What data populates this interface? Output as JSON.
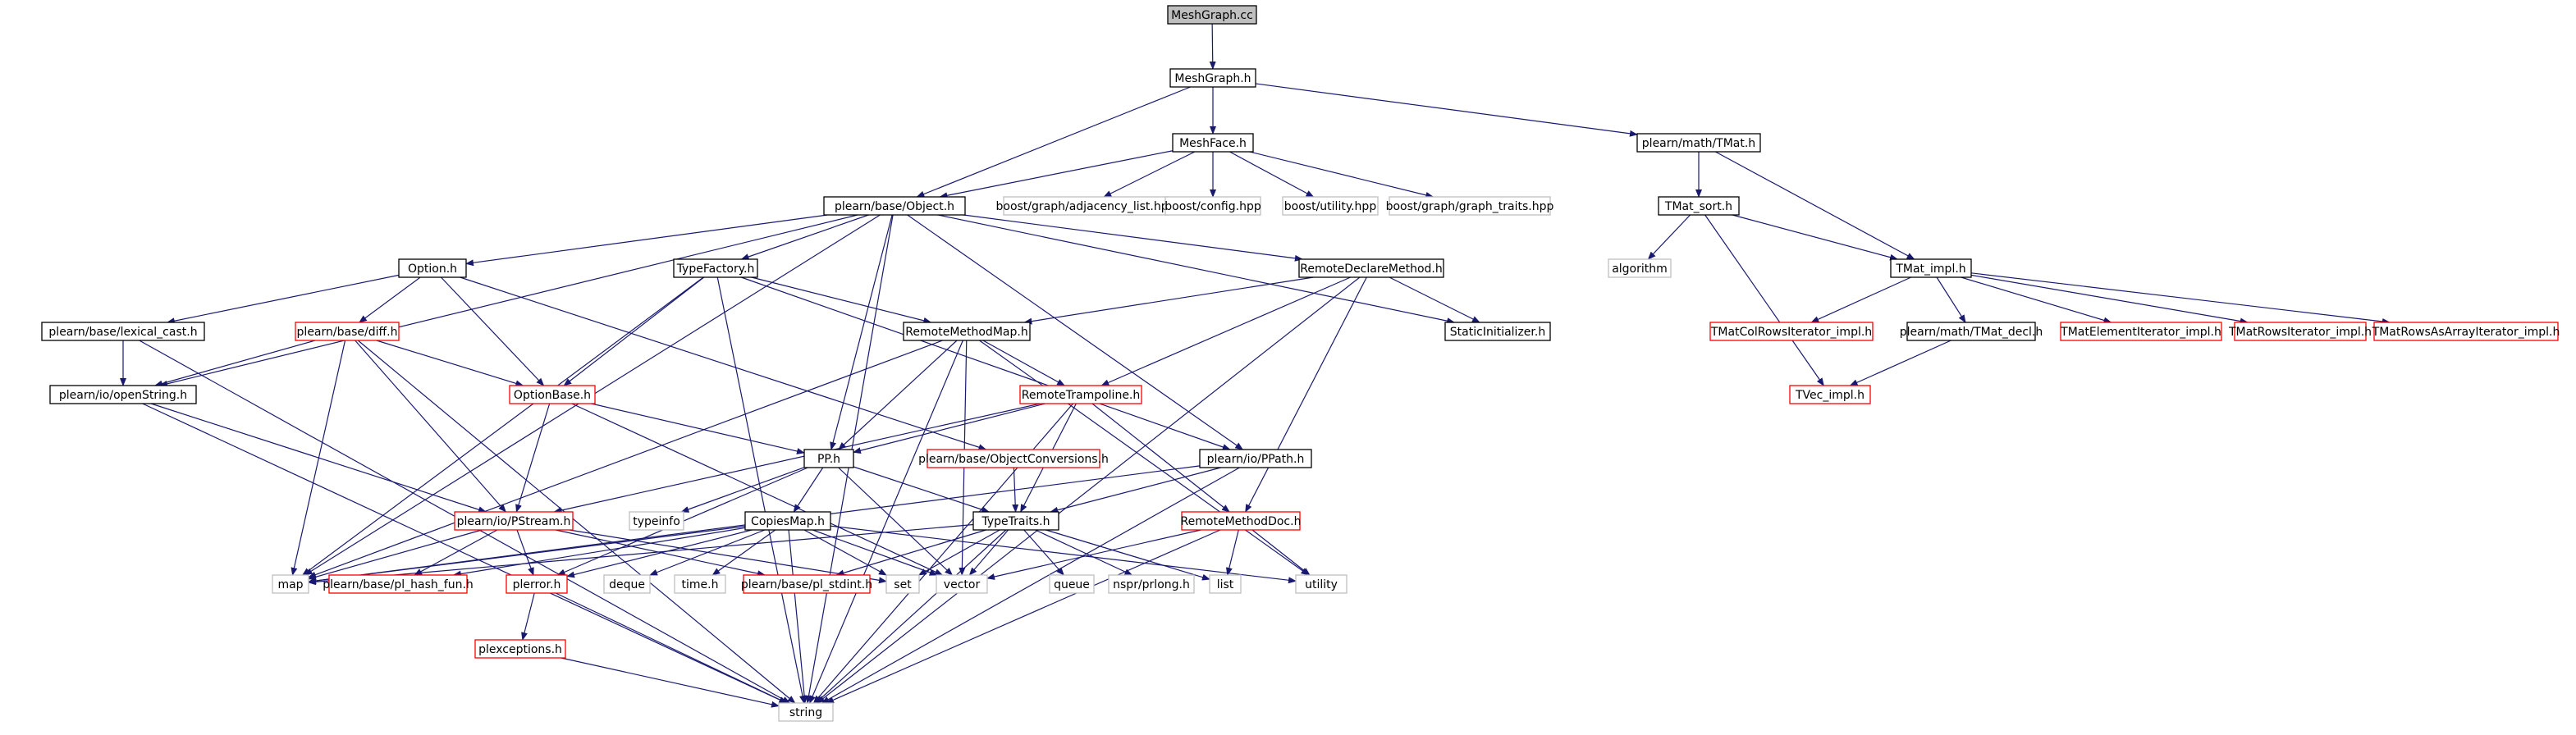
{
  "nodes": [
    {
      "id": "root",
      "label": "MeshGraph.cc",
      "style": "root"
    },
    {
      "id": "meshgraph_h",
      "label": "MeshGraph.h",
      "style": "black"
    },
    {
      "id": "meshface_h",
      "label": "MeshFace.h",
      "style": "black"
    },
    {
      "id": "tmat_h",
      "label": "plearn/math/TMat.h",
      "style": "black"
    },
    {
      "id": "object_h",
      "label": "plearn/base/Object.h",
      "style": "black"
    },
    {
      "id": "adjlist",
      "label": "boost/graph/adjacency_list.hpp",
      "style": "gray"
    },
    {
      "id": "config",
      "label": "boost/config.hpp",
      "style": "gray"
    },
    {
      "id": "utilhpp",
      "label": "boost/utility.hpp",
      "style": "gray"
    },
    {
      "id": "graphtraits",
      "label": "boost/graph/graph_traits.hpp",
      "style": "gray"
    },
    {
      "id": "tmat_sort",
      "label": "TMat_sort.h",
      "style": "black"
    },
    {
      "id": "option_h",
      "label": "Option.h",
      "style": "black"
    },
    {
      "id": "typefactory_h",
      "label": "TypeFactory.h",
      "style": "black"
    },
    {
      "id": "remotedecl_h",
      "label": "RemoteDeclareMethod.h",
      "style": "black"
    },
    {
      "id": "algorithm",
      "label": "algorithm",
      "style": "gray"
    },
    {
      "id": "tmat_impl",
      "label": "TMat_impl.h",
      "style": "black"
    },
    {
      "id": "lexical",
      "label": "plearn/base/lexical_cast.h",
      "style": "black"
    },
    {
      "id": "diff_h",
      "label": "plearn/base/diff.h",
      "style": "red"
    },
    {
      "id": "remotemap_h",
      "label": "RemoteMethodMap.h",
      "style": "black"
    },
    {
      "id": "staticinit",
      "label": "StaticInitializer.h",
      "style": "black"
    },
    {
      "id": "tmatcolrows",
      "label": "TMatColRowsIterator_impl.h",
      "style": "red"
    },
    {
      "id": "tmat_decl",
      "label": "plearn/math/TMat_decl.h",
      "style": "black"
    },
    {
      "id": "tmatelem",
      "label": "TMatElementIterator_impl.h",
      "style": "red"
    },
    {
      "id": "tmatrows",
      "label": "TMatRowsIterator_impl.h",
      "style": "red"
    },
    {
      "id": "tmatrowsarr",
      "label": "TMatRowsAsArrayIterator_impl.h",
      "style": "red"
    },
    {
      "id": "openstring",
      "label": "plearn/io/openString.h",
      "style": "black"
    },
    {
      "id": "optionbase",
      "label": "OptionBase.h",
      "style": "red"
    },
    {
      "id": "remotetramp",
      "label": "RemoteTrampoline.h",
      "style": "red"
    },
    {
      "id": "tvec_impl",
      "label": "TVec_impl.h",
      "style": "red"
    },
    {
      "id": "objconv",
      "label": "plearn/base/ObjectConversions.h",
      "style": "red"
    },
    {
      "id": "pp_h",
      "label": "PP.h",
      "style": "black"
    },
    {
      "id": "ppath_h",
      "label": "plearn/io/PPath.h",
      "style": "black"
    },
    {
      "id": "typeinfo",
      "label": "typeinfo",
      "style": "gray"
    },
    {
      "id": "pstream",
      "label": "plearn/io/PStream.h",
      "style": "red"
    },
    {
      "id": "copiesmap",
      "label": "CopiesMap.h",
      "style": "black"
    },
    {
      "id": "typetraits",
      "label": "TypeTraits.h",
      "style": "black"
    },
    {
      "id": "remotedoc",
      "label": "RemoteMethodDoc.h",
      "style": "red"
    },
    {
      "id": "map",
      "label": "map",
      "style": "gray"
    },
    {
      "id": "hashfun",
      "label": "plearn/base/pl_hash_fun.h",
      "style": "red"
    },
    {
      "id": "plerror",
      "label": "plerror.h",
      "style": "red"
    },
    {
      "id": "deque",
      "label": "deque",
      "style": "gray"
    },
    {
      "id": "timeh",
      "label": "time.h",
      "style": "gray"
    },
    {
      "id": "stdint",
      "label": "plearn/base/pl_stdint.h",
      "style": "red"
    },
    {
      "id": "set",
      "label": "set",
      "style": "gray"
    },
    {
      "id": "vector",
      "label": "vector",
      "style": "gray"
    },
    {
      "id": "queue",
      "label": "queue",
      "style": "gray"
    },
    {
      "id": "prlong",
      "label": "nspr/prlong.h",
      "style": "gray"
    },
    {
      "id": "list",
      "label": "list",
      "style": "gray"
    },
    {
      "id": "utility",
      "label": "utility",
      "style": "gray"
    },
    {
      "id": "plexceptions",
      "label": "plexceptions.h",
      "style": "red"
    },
    {
      "id": "string",
      "label": "string",
      "style": "gray"
    }
  ],
  "edges": [
    [
      "root",
      "meshgraph_h"
    ],
    [
      "meshgraph_h",
      "meshface_h"
    ],
    [
      "meshgraph_h",
      "tmat_h"
    ],
    [
      "meshgraph_h",
      "object_h"
    ],
    [
      "meshface_h",
      "object_h"
    ],
    [
      "meshface_h",
      "adjlist"
    ],
    [
      "meshface_h",
      "config"
    ],
    [
      "meshface_h",
      "utilhpp"
    ],
    [
      "meshface_h",
      "graphtraits"
    ],
    [
      "tmat_h",
      "tmat_sort"
    ],
    [
      "tmat_h",
      "tmat_impl"
    ],
    [
      "tmat_sort",
      "algorithm"
    ],
    [
      "tmat_sort",
      "tmat_impl"
    ],
    [
      "tmat_sort",
      "tvec_impl"
    ],
    [
      "tmat_impl",
      "tmatcolrows"
    ],
    [
      "tmat_impl",
      "tmat_decl"
    ],
    [
      "tmat_impl",
      "tmatelem"
    ],
    [
      "tmat_impl",
      "tmatrows"
    ],
    [
      "tmat_impl",
      "tmatrowsarr"
    ],
    [
      "tmat_decl",
      "tvec_impl"
    ],
    [
      "object_h",
      "option_h"
    ],
    [
      "object_h",
      "typefactory_h"
    ],
    [
      "object_h",
      "remotedecl_h"
    ],
    [
      "object_h",
      "staticinit"
    ],
    [
      "object_h",
      "pp_h"
    ],
    [
      "object_h",
      "ppath_h"
    ],
    [
      "object_h",
      "openstring"
    ],
    [
      "object_h",
      "map"
    ],
    [
      "object_h",
      "string"
    ],
    [
      "option_h",
      "lexical"
    ],
    [
      "option_h",
      "diff_h"
    ],
    [
      "option_h",
      "optionbase"
    ],
    [
      "option_h",
      "objconv"
    ],
    [
      "typefactory_h",
      "remotemap_h"
    ],
    [
      "typefactory_h",
      "optionbase"
    ],
    [
      "typefactory_h",
      "ppath_h"
    ],
    [
      "typefactory_h",
      "map"
    ],
    [
      "typefactory_h",
      "string"
    ],
    [
      "remotedecl_h",
      "remotemap_h"
    ],
    [
      "remotedecl_h",
      "remotetramp"
    ],
    [
      "remotedecl_h",
      "staticinit"
    ],
    [
      "remotedecl_h",
      "remotedoc"
    ],
    [
      "remotedecl_h",
      "string"
    ],
    [
      "lexical",
      "openstring"
    ],
    [
      "lexical",
      "string"
    ],
    [
      "diff_h",
      "openstring"
    ],
    [
      "diff_h",
      "optionbase"
    ],
    [
      "diff_h",
      "pstream"
    ],
    [
      "diff_h",
      "map"
    ],
    [
      "diff_h",
      "string"
    ],
    [
      "remotemap_h",
      "remotetramp"
    ],
    [
      "remotemap_h",
      "pp_h"
    ],
    [
      "remotemap_h",
      "map"
    ],
    [
      "remotemap_h",
      "vector"
    ],
    [
      "remotemap_h",
      "utility"
    ],
    [
      "remotemap_h",
      "string"
    ],
    [
      "openstring",
      "pstream"
    ],
    [
      "openstring",
      "string"
    ],
    [
      "optionbase",
      "pp_h"
    ],
    [
      "optionbase",
      "pstream"
    ],
    [
      "optionbase",
      "vector"
    ],
    [
      "remotetramp",
      "pp_h"
    ],
    [
      "remotetramp",
      "typetraits"
    ],
    [
      "remotetramp",
      "remotedoc"
    ],
    [
      "remotetramp",
      "string"
    ],
    [
      "remotetramp",
      "pstream"
    ],
    [
      "objconv",
      "typetraits"
    ],
    [
      "pp_h",
      "copiesmap"
    ],
    [
      "pp_h",
      "typetraits"
    ],
    [
      "pp_h",
      "typeinfo"
    ],
    [
      "pp_h",
      "plerror"
    ],
    [
      "pp_h",
      "vector"
    ],
    [
      "ppath_h",
      "typetraits"
    ],
    [
      "ppath_h",
      "map"
    ],
    [
      "ppath_h",
      "string"
    ],
    [
      "pstream",
      "map"
    ],
    [
      "pstream",
      "hashfun"
    ],
    [
      "pstream",
      "plerror"
    ],
    [
      "pstream",
      "set"
    ],
    [
      "pstream",
      "stdint"
    ],
    [
      "copiesmap",
      "map"
    ],
    [
      "copiesmap",
      "hashfun"
    ],
    [
      "copiesmap",
      "plerror"
    ],
    [
      "copiesmap",
      "deque"
    ],
    [
      "copiesmap",
      "timeh"
    ],
    [
      "copiesmap",
      "set"
    ],
    [
      "copiesmap",
      "vector"
    ],
    [
      "copiesmap",
      "string"
    ],
    [
      "copiesmap",
      "utility"
    ],
    [
      "typetraits",
      "map"
    ],
    [
      "typetraits",
      "stdint"
    ],
    [
      "typetraits",
      "set"
    ],
    [
      "typetraits",
      "vector"
    ],
    [
      "typetraits",
      "queue"
    ],
    [
      "typetraits",
      "prlong"
    ],
    [
      "typetraits",
      "list"
    ],
    [
      "typetraits",
      "string"
    ],
    [
      "remotedoc",
      "vector"
    ],
    [
      "remotedoc",
      "list"
    ],
    [
      "remotedoc",
      "utility"
    ],
    [
      "remotedoc",
      "string"
    ],
    [
      "plerror",
      "plexceptions"
    ],
    [
      "plerror",
      "string"
    ],
    [
      "plexceptions",
      "string"
    ]
  ]
}
